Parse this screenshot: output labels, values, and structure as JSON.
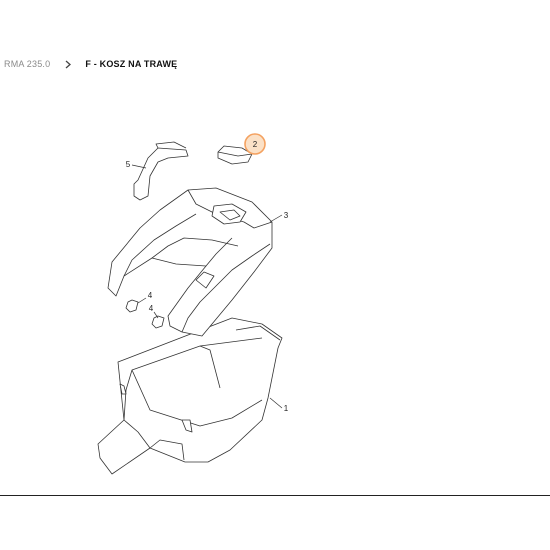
{
  "breadcrumb": {
    "parent": "RMA 235.0",
    "separator_icon": "chevron-right-icon",
    "current": "F - KOSZ NA TRAWĘ"
  },
  "diagram": {
    "part_numbers": [
      "1",
      "2",
      "3",
      "4",
      "4",
      "5"
    ],
    "highlight_color": "#f4a261",
    "highlighted_part": "2"
  }
}
